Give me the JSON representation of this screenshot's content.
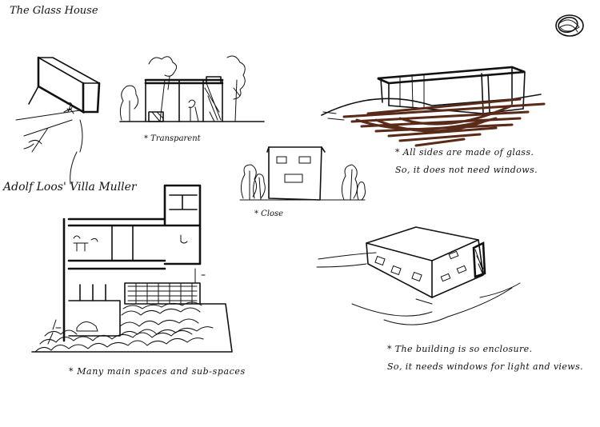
{
  "title": "The Glass House",
  "notes": {
    "transparent": "* Transparent",
    "villa_muller": "Adolf Loos' Villa Muller",
    "close": "* Close",
    "glass_line1": "* All sides are made of glass.",
    "glass_line2": "So, it does not need windows.",
    "spaces": "* Many main spaces and sub-spaces",
    "enclosure_line1": "* The building is so enclosure.",
    "enclosure_line2": "So, it needs windows for light and views."
  }
}
